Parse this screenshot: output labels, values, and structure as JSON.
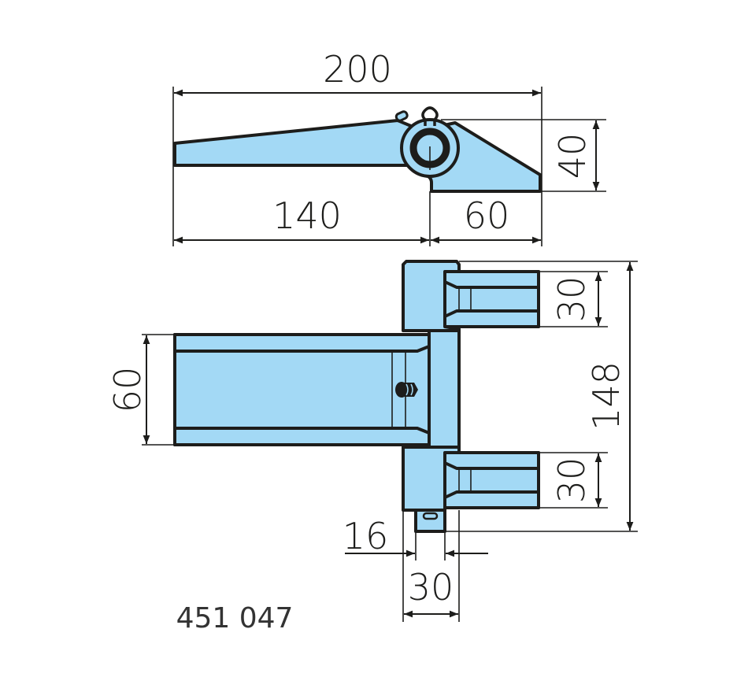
{
  "drawing": {
    "part_number": "451 047",
    "fill_color": "#a3d9f5",
    "line_color": "#1d1d1b",
    "top_view": {
      "dim_overall_length": "200",
      "dim_leaf_length": "140",
      "dim_short_leaf": "60",
      "dim_height": "40"
    },
    "front_view": {
      "dim_leaf_width": "60",
      "dim_upper_leaf": "30",
      "dim_lower_leaf": "30",
      "dim_total_height": "148",
      "dim_pin_offset": "16",
      "dim_knuckle_width": "30"
    }
  }
}
